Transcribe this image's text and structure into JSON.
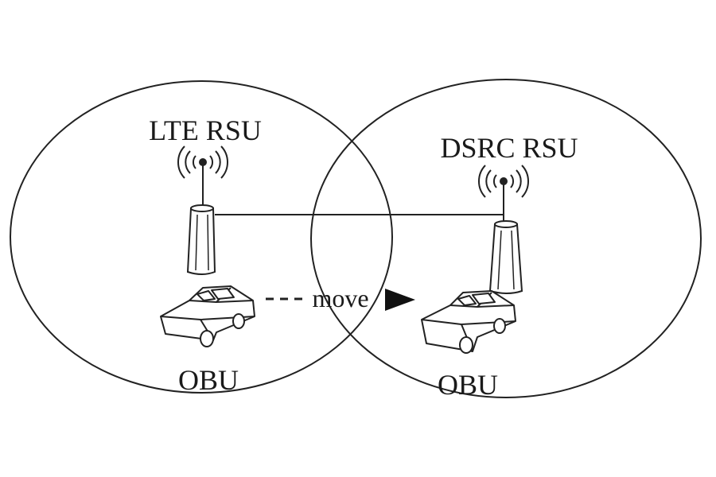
{
  "labels": {
    "left_rsu": "LTE RSU",
    "right_rsu": "DSRC RSU",
    "left_obu": "OBU",
    "right_obu": "OBU",
    "move": "move"
  },
  "icons": {
    "left_signal": "radio-signal-icon",
    "right_signal": "radio-signal-icon",
    "left_tower": "rsu-tower-icon",
    "right_tower": "rsu-tower-icon",
    "left_car": "car-icon",
    "right_car": "car-icon",
    "arrow": "arrow-right-icon"
  },
  "colors": {
    "line": "#222222",
    "background": "#ffffff"
  }
}
